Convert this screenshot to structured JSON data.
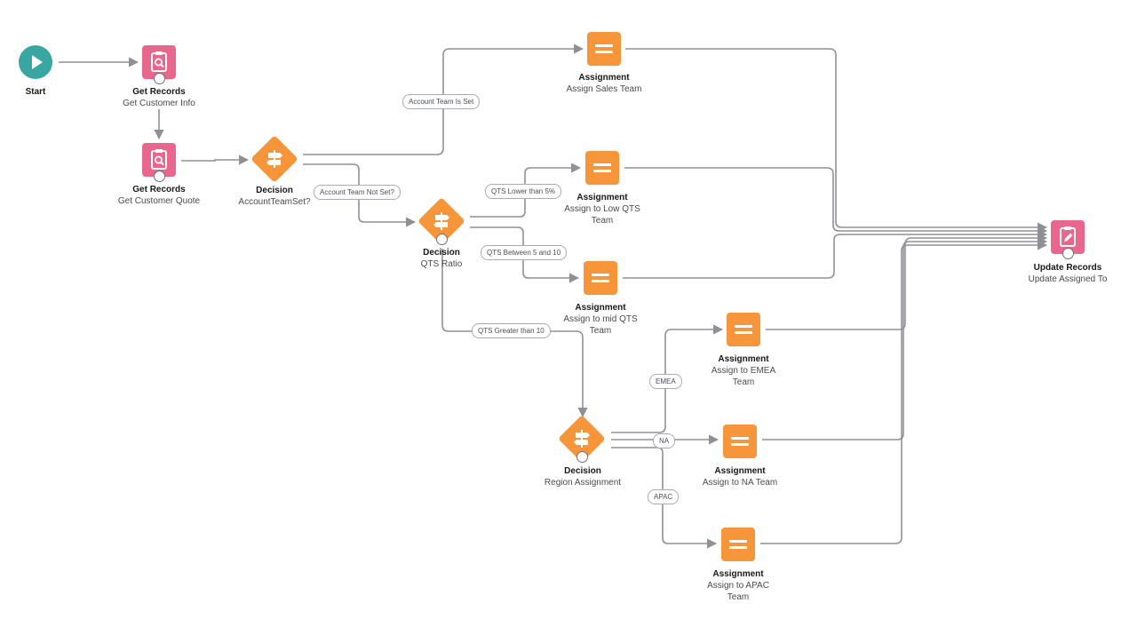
{
  "nodes": {
    "start": {
      "type": "Start",
      "name": ""
    },
    "get_customer_info": {
      "type": "Get Records",
      "name": "Get Customer Info"
    },
    "get_customer_quote": {
      "type": "Get Records",
      "name": "Get Customer Quote"
    },
    "decision_account_team": {
      "type": "Decision",
      "name": "AccountTeamSet?"
    },
    "assign_sales_team": {
      "type": "Assignment",
      "name": "Assign Sales Team"
    },
    "decision_qts_ratio": {
      "type": "Decision",
      "name": "QTS Ratio"
    },
    "assign_low_qts": {
      "type": "Assignment",
      "name": "Assign to Low QTS Team"
    },
    "assign_mid_qts": {
      "type": "Assignment",
      "name": "Assign to mid QTS Team"
    },
    "decision_region": {
      "type": "Decision",
      "name": "Region Assignment"
    },
    "assign_emea": {
      "type": "Assignment",
      "name": "Assign to EMEA Team"
    },
    "assign_na": {
      "type": "Assignment",
      "name": "Assign to NA Team"
    },
    "assign_apac": {
      "type": "Assignment",
      "name": "Assign to APAC Team"
    },
    "update_records": {
      "type": "Update Records",
      "name": "Update Assigned To"
    }
  },
  "outcomes": {
    "account_team_is_set": "Account Team Is Set",
    "account_team_not_set": "Account Team Not Set?",
    "qts_lower_than_5": "QTS Lower than 5%",
    "qts_between_5_and_10": "QTS Between 5 and 10",
    "qts_greater_than_10": "QTS Greater than 10",
    "emea": "EMEA",
    "na": "NA",
    "apac": "APAC"
  },
  "icons": {
    "start": "play-icon",
    "get_records": "record-lookup-icon",
    "decision": "decision-icon",
    "assignment": "assignment-icon",
    "update_records": "record-update-icon"
  },
  "colors": {
    "start": "#38a7a3",
    "records": "#e9668c",
    "logic": "#f7953a",
    "connector": "#8f8f96"
  }
}
